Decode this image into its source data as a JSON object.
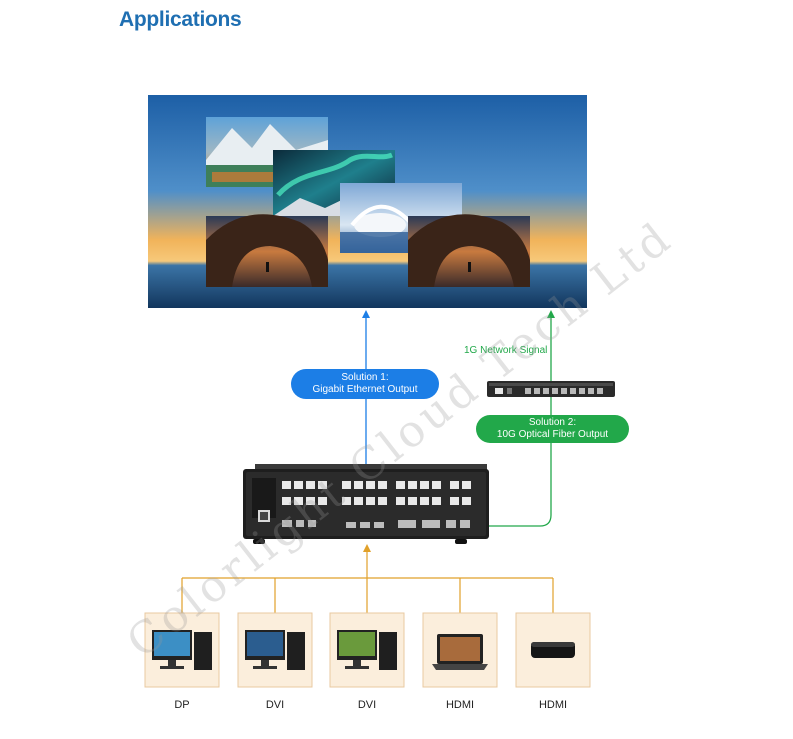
{
  "page": {
    "heading": "Applications"
  },
  "diagram": {
    "solution1": {
      "line1": "Solution 1:",
      "line2": "Gigabit Ethernet Output"
    },
    "solution2": {
      "line1": "Solution 2:",
      "line2": "10G Optical Fiber Output"
    },
    "signal_note": "1G Network Signal",
    "sources": [
      {
        "label": "DP",
        "icon": "desktop-computer-icon"
      },
      {
        "label": "DVI",
        "icon": "desktop-computer-icon"
      },
      {
        "label": "DVI",
        "icon": "desktop-computer-icon"
      },
      {
        "label": "HDMI",
        "icon": "laptop-icon"
      },
      {
        "label": "HDMI",
        "icon": "media-player-box-icon"
      }
    ],
    "colors": {
      "blue_path": "#1c7ee6",
      "green_path": "#22a84a",
      "orange_path": "#e1a12a",
      "source_card": "#fbeedc"
    }
  },
  "watermark": "Colorlight Cloud Tech Ltd"
}
